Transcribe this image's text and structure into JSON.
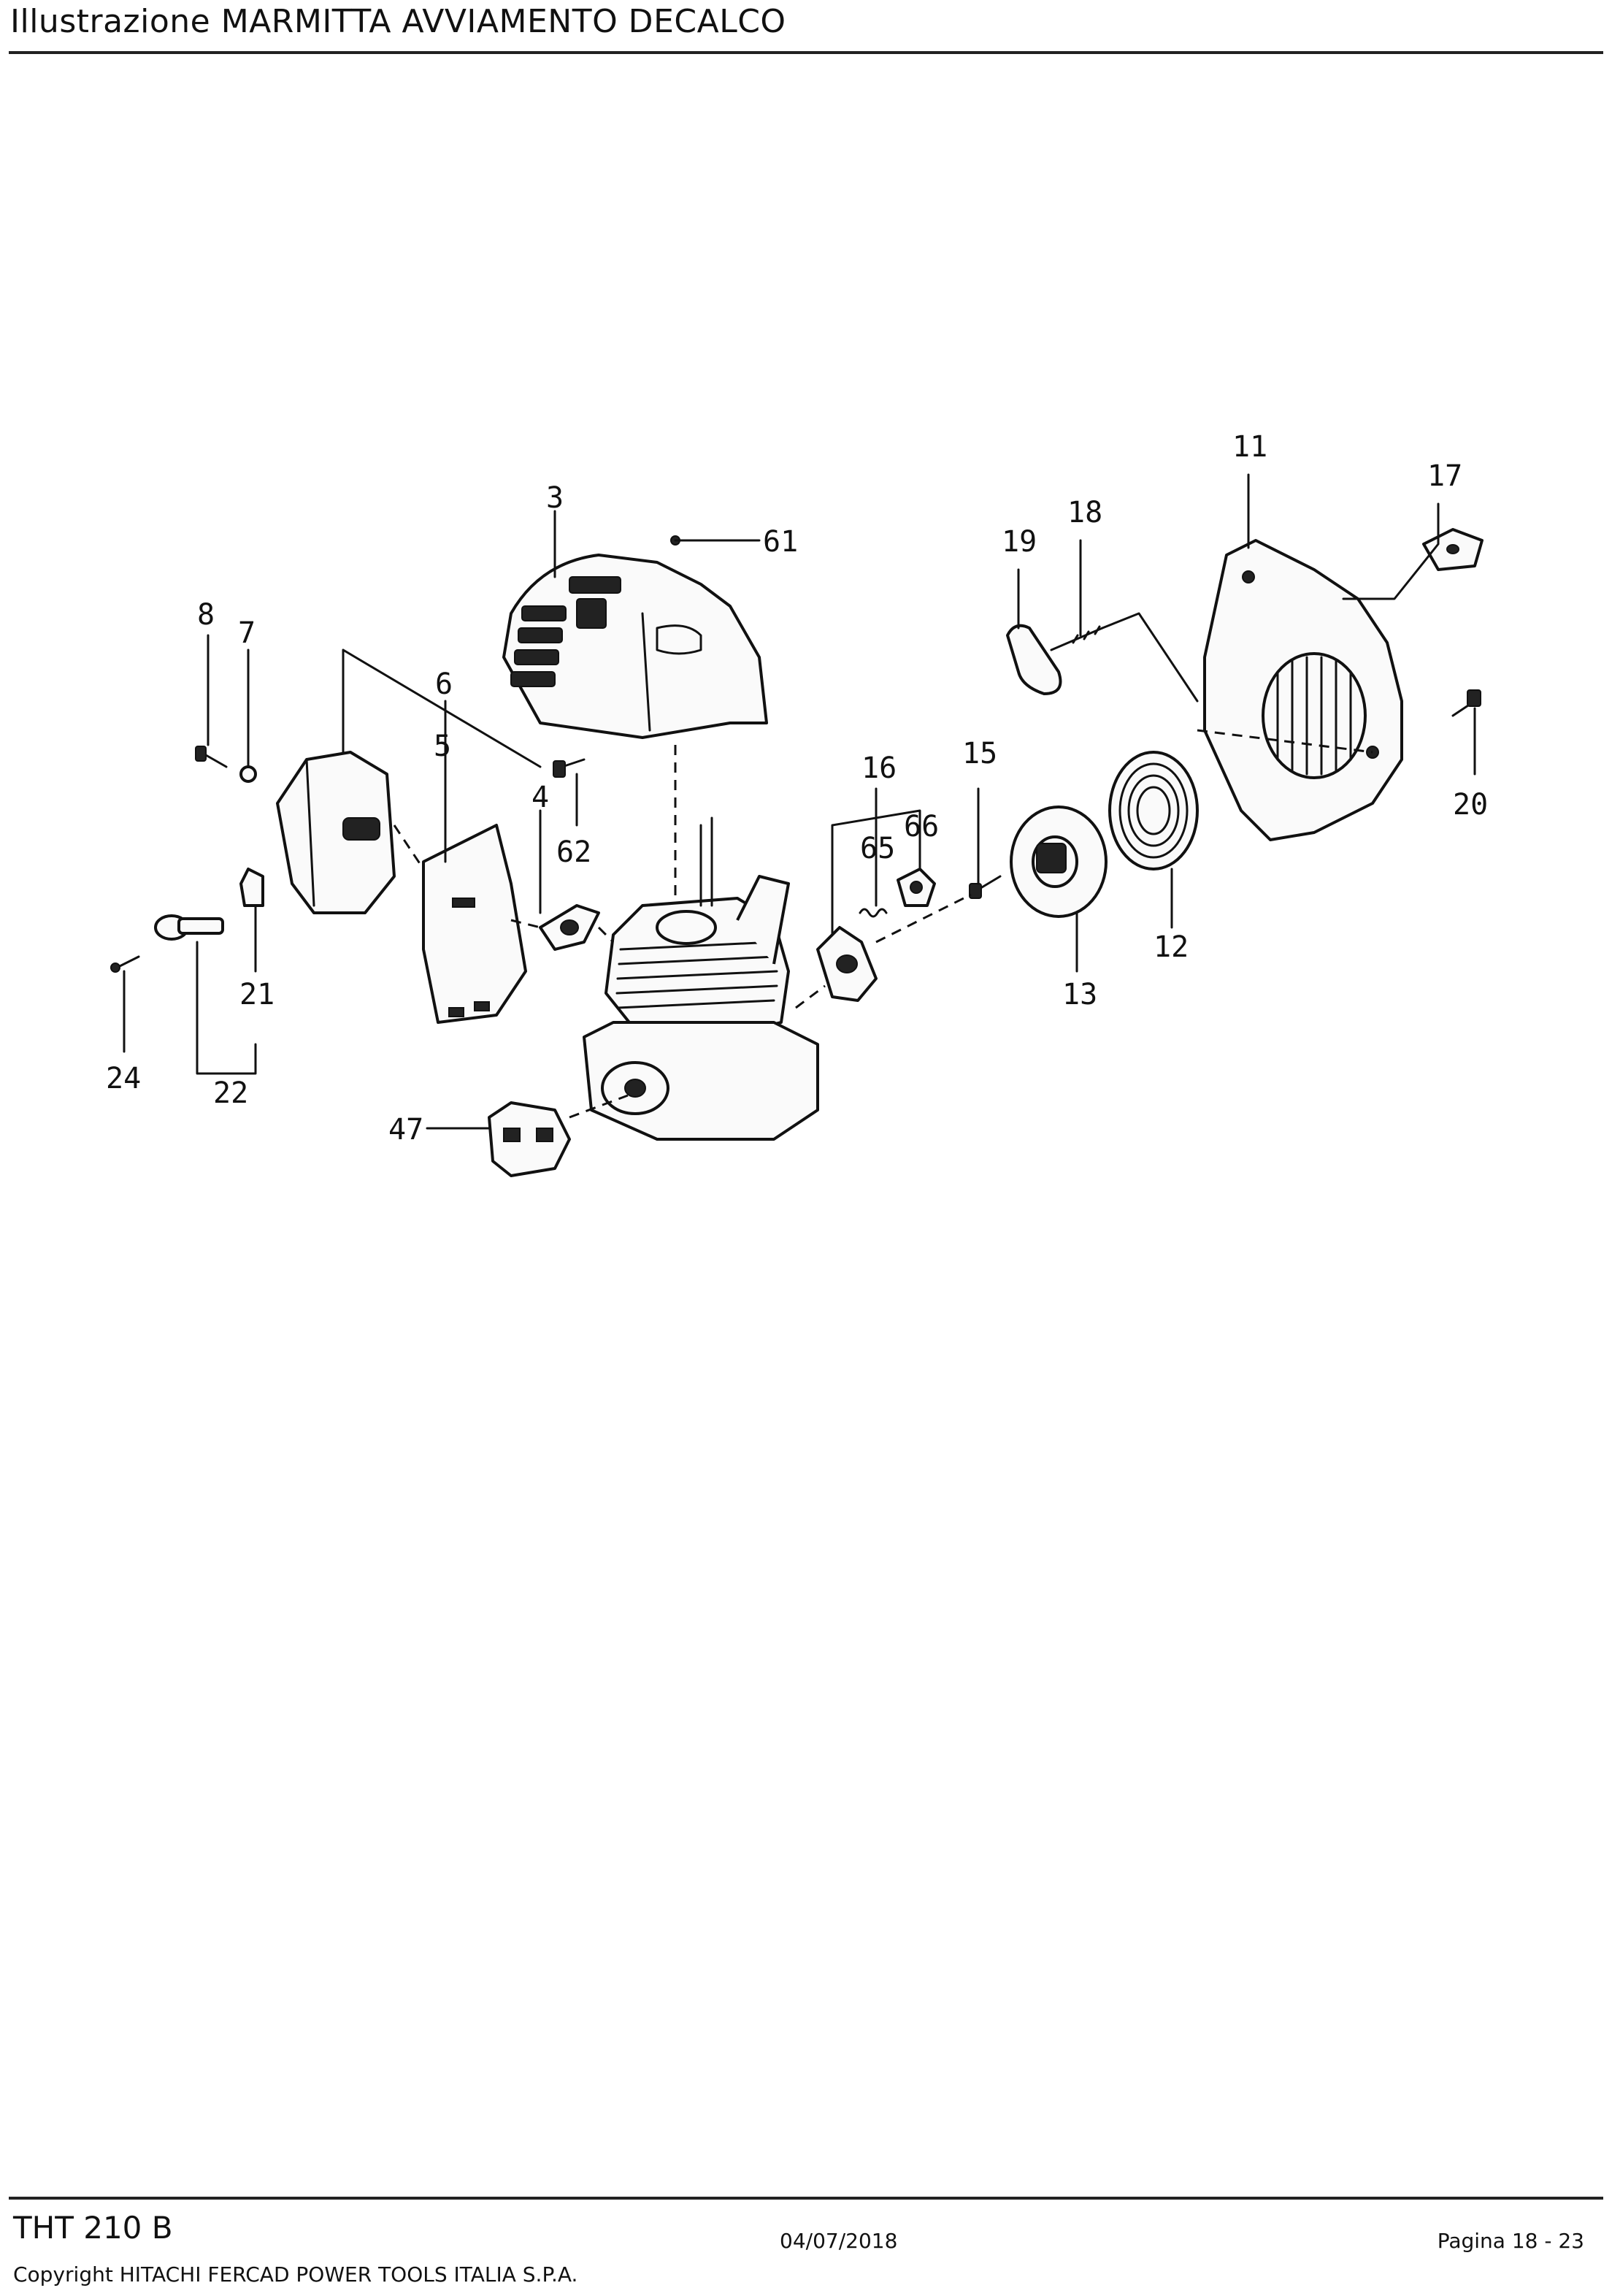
{
  "header": {
    "title": "Illustrazione  MARMITTA AVVIAMENTO DECALCO"
  },
  "diagram": {
    "labels": {
      "l3": "3",
      "l61": "61",
      "l8": "8",
      "l7": "7",
      "l6": "6",
      "l5": "5",
      "l4": "4",
      "l62": "62",
      "l21": "21",
      "l22": "22",
      "l24": "24",
      "l47": "47",
      "l16": "16",
      "l65": "65",
      "l66": "66",
      "l15": "15",
      "l13": "13",
      "l12": "12",
      "l19": "19",
      "l18": "18",
      "l11": "11",
      "l17": "17",
      "l20": "20"
    }
  },
  "footer": {
    "model": "THT 210 B",
    "date": "04/07/2018",
    "page": "Pagina 18 - 23",
    "copyright": "Copyright HITACHI FERCAD POWER TOOLS ITALIA S.P.A."
  }
}
